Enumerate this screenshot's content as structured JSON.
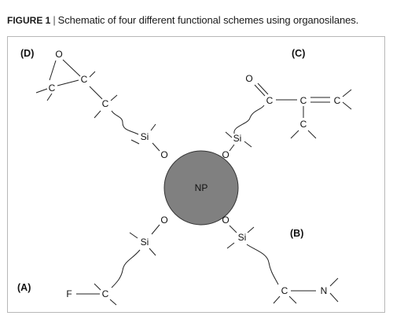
{
  "caption": {
    "figure_label": "FIGURE 1",
    "separator": "|",
    "text": "Schematic of four different functional schemes using organosilanes."
  },
  "diagram": {
    "center": "NP",
    "panels": {
      "A": "(A)",
      "B": "(B)",
      "C": "(C)",
      "D": "(D)"
    },
    "atoms": {
      "oxygen": "O",
      "silicon": "Si",
      "carbon": "C",
      "nitrogen": "N",
      "fluorine": "F"
    },
    "colors": {
      "nanoparticle_fill": "#808080",
      "line": "#222222",
      "frame": "#b8b8b8"
    }
  }
}
